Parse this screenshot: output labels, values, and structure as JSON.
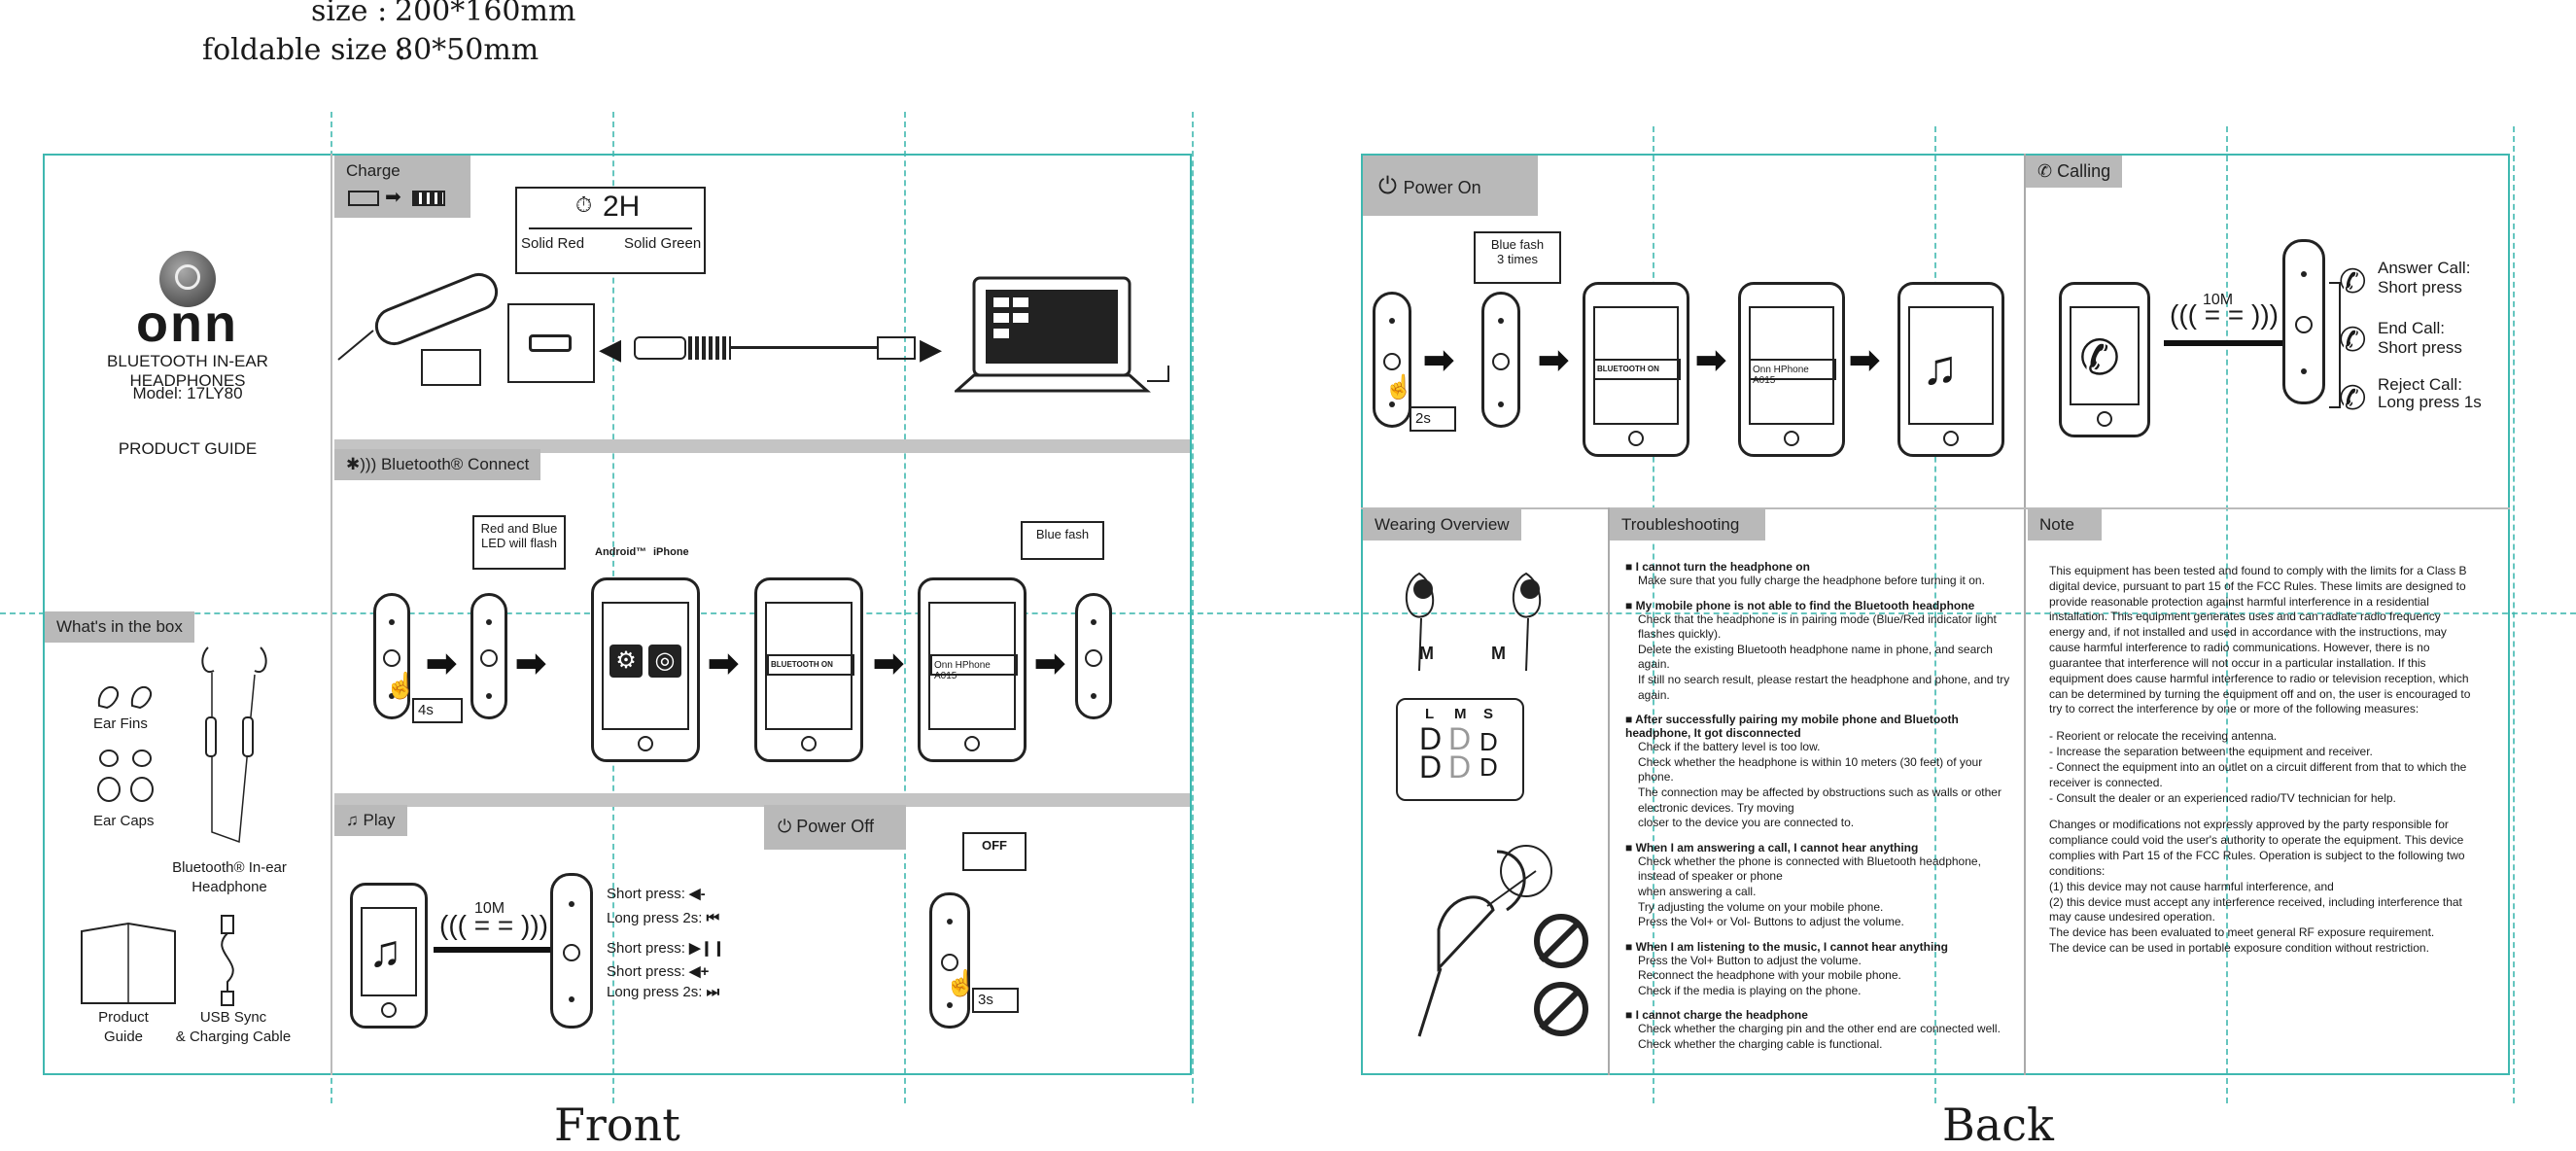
{
  "spec": {
    "size_label": "size :",
    "size_value": "200*160mm",
    "foldable_label": "foldable size :",
    "foldable_value": "80*50mm"
  },
  "footer": {
    "front": "Front",
    "back": "Back"
  },
  "cover": {
    "brand": "onn",
    "product": "BLUETOOTH IN-EAR HEADPHONES",
    "model": "Model: 17LY80",
    "guide": "PRODUCT GUIDE"
  },
  "box": {
    "tab": "What's in the box",
    "ear_fins": "Ear Fins",
    "ear_caps": "Ear Caps",
    "headphone_1": "Bluetooth® In-ear",
    "headphone_2": "Headphone",
    "guide_1": "Product",
    "guide_2": "Guide",
    "cable_1": "USB Sync",
    "cable_2": "& Charging Cable"
  },
  "charge": {
    "tab": "Charge",
    "time": "2H",
    "solid_red": "Solid Red",
    "solid_green": "Solid Green"
  },
  "bt": {
    "tab": "Bluetooth® Connect",
    "red_blue": "Red and Blue",
    "led_flash": "LED will flash",
    "hold": "4s",
    "android": "Android™",
    "iphone": "iPhone",
    "bt_toggle": "BLUETOOTH",
    "toggle_state": "ON",
    "device_name": "Onn HPhone A015",
    "blue_flash": "Blue fash"
  },
  "play": {
    "tab": "Play",
    "range": "10M",
    "c1": "Short press:",
    "c2": "Long press 2s:",
    "c3": "Short press:",
    "c4": "Short press:",
    "c5": "Long press 2s:"
  },
  "poweroff": {
    "tab": "Power Off",
    "off": "OFF",
    "hold": "3s"
  },
  "poweron": {
    "tab": "Power On",
    "blue_flash": "Blue fash",
    "times": "3 times",
    "hold": "2s",
    "bt_toggle": "BLUETOOTH",
    "toggle_state": "ON",
    "device_name": "Onn HPhone A015"
  },
  "calling": {
    "tab": "Calling",
    "range": "10M",
    "answer_1": "Answer Call:",
    "answer_2": "Short press",
    "end_1": "End Call:",
    "end_2": "Short press",
    "reject_1": "Reject Call:",
    "reject_2": "Long press 1s"
  },
  "wearing": {
    "tab": "Wearing Overview",
    "m1": "M",
    "m2": "M",
    "l": "L",
    "m": "M",
    "s": "S"
  },
  "trouble": {
    "tab": "Troubleshooting",
    "sections": [
      {
        "h": "I cannot turn the headphone on",
        "p": [
          "Make sure that you fully charge the headphone before turning it on."
        ]
      },
      {
        "h": "My mobile phone is not able to find the Bluetooth headphone",
        "p": [
          "Check that the headphone is in pairing mode (Blue/Red indicator light flashes quickly).",
          "Delete the existing Bluetooth headphone name in phone, and search again.",
          "If still no search result, please restart the headphone and phone, and try again."
        ]
      },
      {
        "h": "After successfully pairing my mobile phone and Bluetooth headphone, It got disconnected",
        "p": [
          "Check if the battery level is too low.",
          "Check whether the headphone is within 10 meters (30 feet) of your phone.",
          "The connection may be affected by obstructions such as walls or other electronic devices. Try moving",
          "closer to the device you are connected to."
        ]
      },
      {
        "h": "When I am answering a call, I cannot hear anything",
        "p": [
          "Check whether the phone is connected with Bluetooth headphone, instead of speaker or phone",
          "when answering a call.",
          "Try adjusting the volume on your mobile phone.",
          "Press the Vol+ or Vol- Buttons to adjust the volume."
        ]
      },
      {
        "h": "When I am listening to the music, I cannot hear anything",
        "p": [
          "Press the Vol+ Button to adjust the volume.",
          "Reconnect the headphone with your mobile phone.",
          "Check if the media is playing on the phone."
        ]
      },
      {
        "h": "I cannot charge the headphone",
        "p": [
          "Check whether the charging pin and the other end are connected well.",
          "Check whether the charging cable is functional."
        ]
      }
    ]
  },
  "note": {
    "tab": "Note",
    "p1": "This equipment has been tested and found to comply with the limits for a Class B digital device, pursuant to part 15 of the FCC Rules. These limits are designed to provide reasonable protection against harmful interference in a residential installation. This equipment generates uses and can radiate radio frequency energy and, if not installed and used in accordance with the instructions, may cause harmful interference to radio communications. However, there is no guarantee that interference will not occur in a particular installation. If this equipment does cause harmful interference to radio or television reception, which can be determined by turning the equipment off and on, the user is encouraged to try to correct the interference by one or more of the following measures:",
    "list": [
      "- Reorient or relocate the receiving antenna.",
      "- Increase the separation between the equipment and receiver.",
      "- Connect the equipment into an outlet on a circuit different from that to which the receiver is connected.",
      "- Consult the dealer or an experienced radio/TV technician for help."
    ],
    "p2": "Changes or modifications not expressly approved by the party responsible for compliance could void the user's authority to operate the equipment. This device complies with Part 15 of the FCC Rules. Operation is subject to the following two conditions:",
    "c1": "(1) this device may not cause harmful interference, and",
    "c2": "(2) this device must accept any interference received, including interference that may cause undesired operation.",
    "p3": "The device has been evaluated to meet general RF exposure requirement.",
    "p4": "The device can be used in portable exposure condition without restriction."
  }
}
